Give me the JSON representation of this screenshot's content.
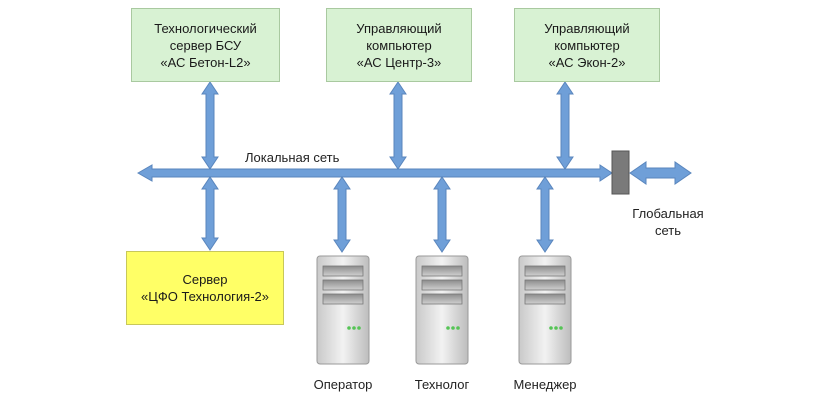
{
  "nodes": {
    "server_bsu": {
      "label": "Технологический\nсервер БСУ\n«АС Бетон-L2»"
    },
    "computer_centr": {
      "label": "Управляющий\nкомпьютер\n«АС Центр-3»"
    },
    "computer_ekon": {
      "label": "Управляющий\nкомпьютер\n«АС Экон-2»"
    },
    "server_cfo": {
      "label": "Сервер\n«ЦФО Технология-2»"
    }
  },
  "network": {
    "local_label": "Локальная сеть",
    "global_label": "Глобальная\nсеть"
  },
  "workstations": [
    {
      "label": "Оператор"
    },
    {
      "label": "Технолог"
    },
    {
      "label": "Менеджер"
    }
  ],
  "colors": {
    "arrow": "#6f9fd8",
    "arrow_stroke": "#5a86bd",
    "green_box": "#d8f2d3",
    "yellow_box": "#ffff66",
    "gateway": "#7a7a7a"
  }
}
